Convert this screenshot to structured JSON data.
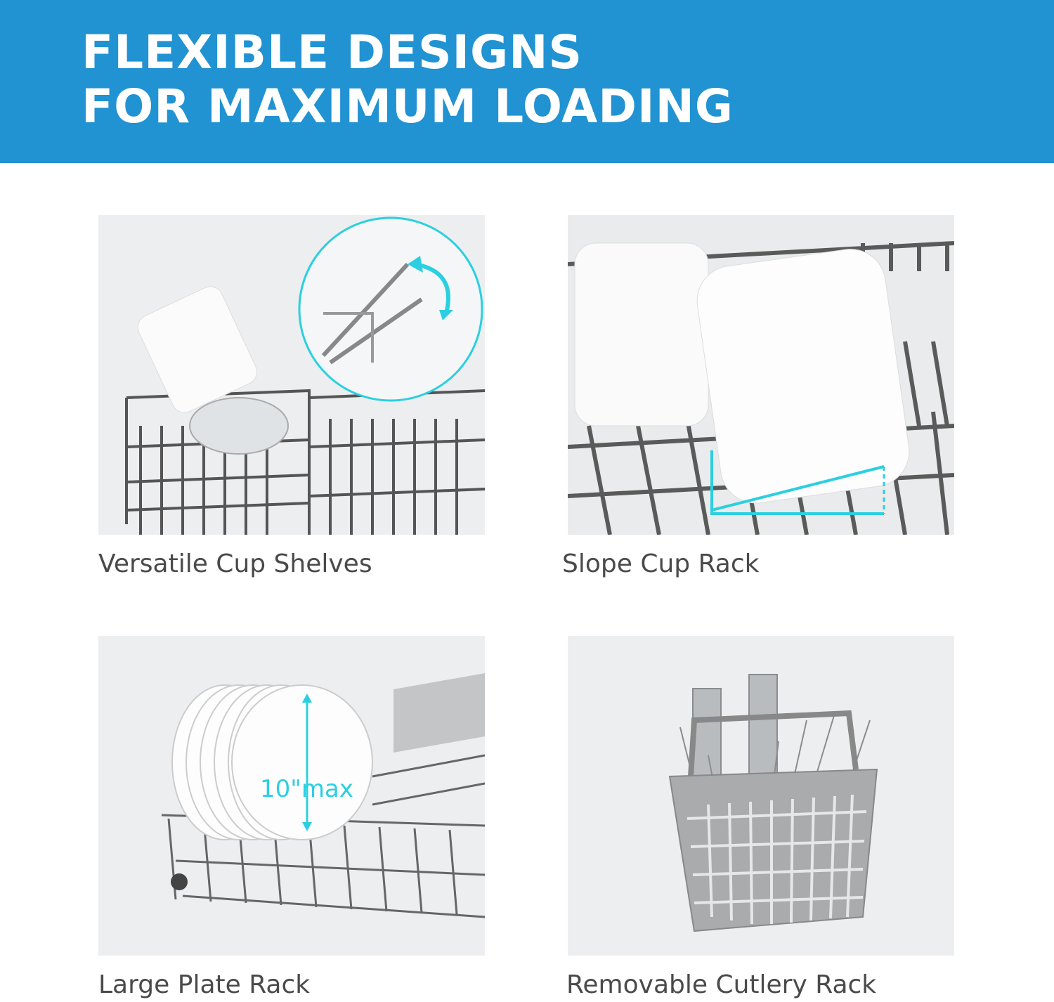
{
  "header": {
    "title_line1": "FLEXIBLE DESIGNS",
    "title_line2": "FOR MAXIMUM LOADING",
    "background_color": "#2192d2"
  },
  "features": [
    {
      "caption": "Versatile Cup Shelves"
    },
    {
      "caption": "Slope Cup Rack"
    },
    {
      "caption": "Large Plate Rack",
      "annotation": "10\"max"
    },
    {
      "caption": "Removable Cutlery Rack"
    }
  ],
  "accent_color": "#2ccfe0"
}
